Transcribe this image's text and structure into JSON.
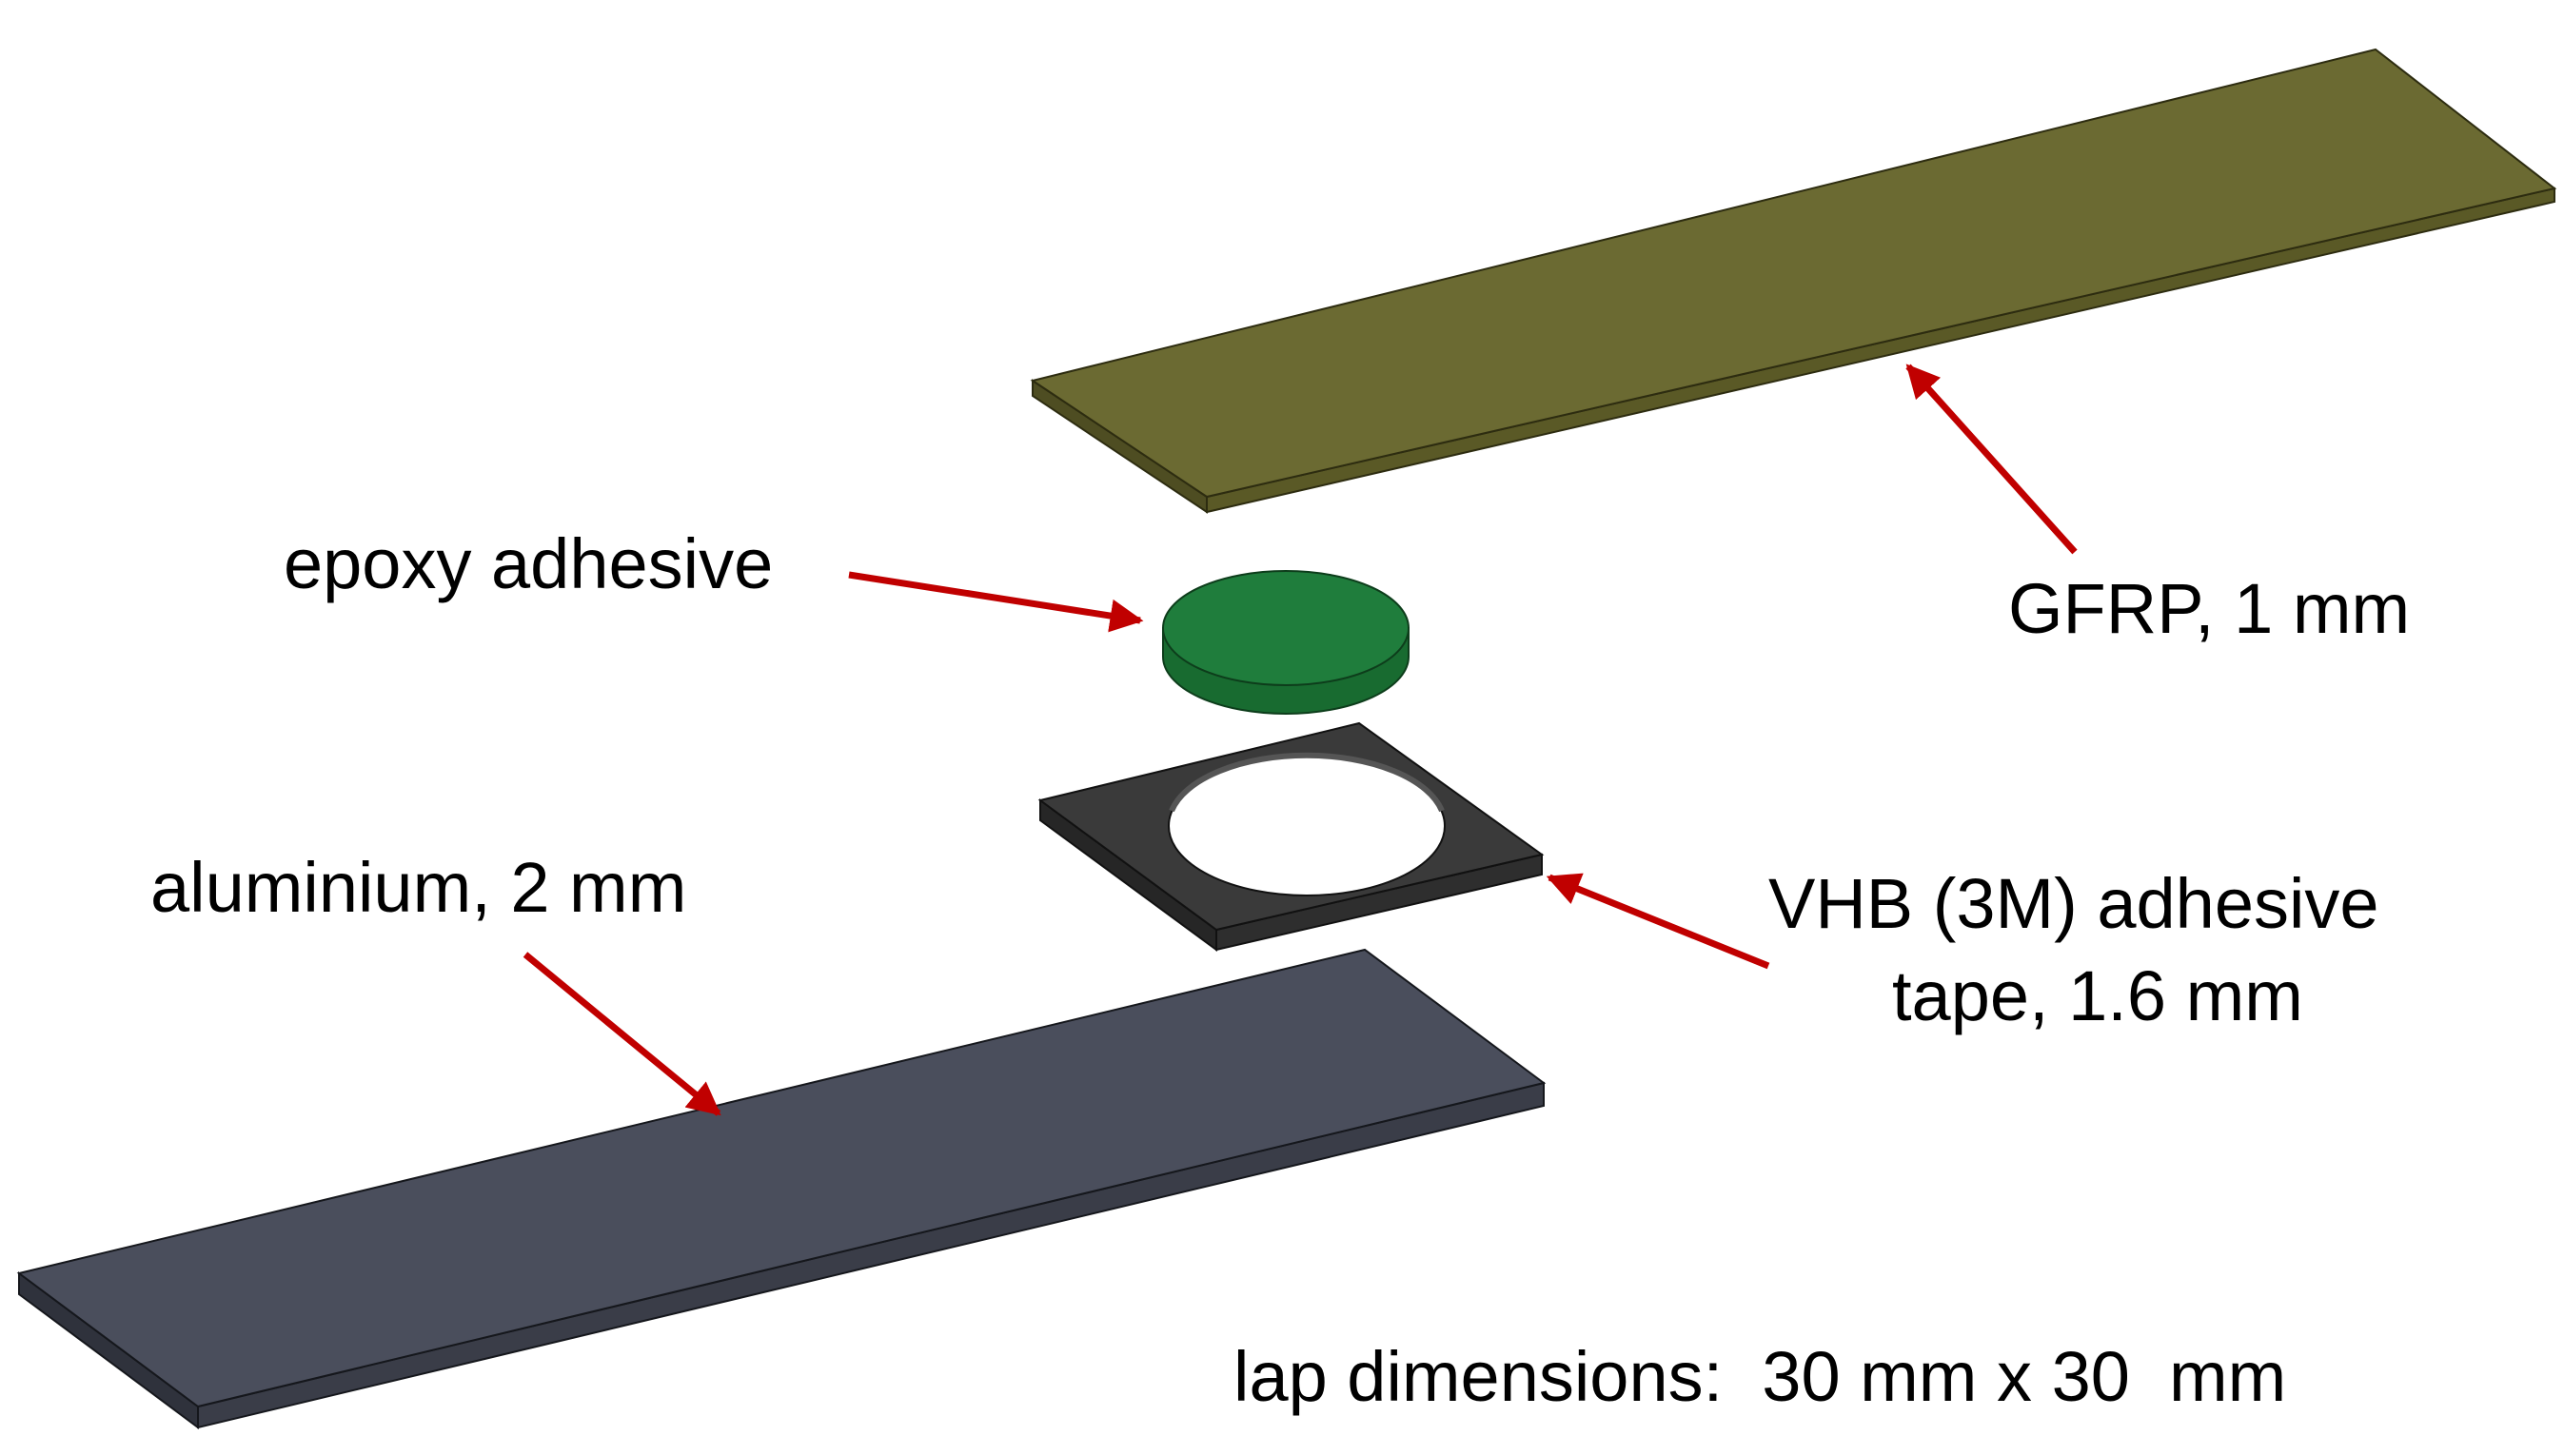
{
  "labels": {
    "epoxy": "epoxy adhesive",
    "gfrp": "GFRP, 1 mm",
    "aluminium": "aluminium, 2 mm",
    "vhb_line1": "VHB (3M) adhesive",
    "vhb_line2": "tape, 1.6 mm",
    "lap": "lap dimensions:  30 mm x 30  mm"
  },
  "colors": {
    "gfrp": "#6b6a32",
    "epoxy": "#1e7a3a",
    "vhb_tape": "#3a3a3a",
    "aluminium": "#4a4e5c",
    "arrow": "#c00000"
  }
}
